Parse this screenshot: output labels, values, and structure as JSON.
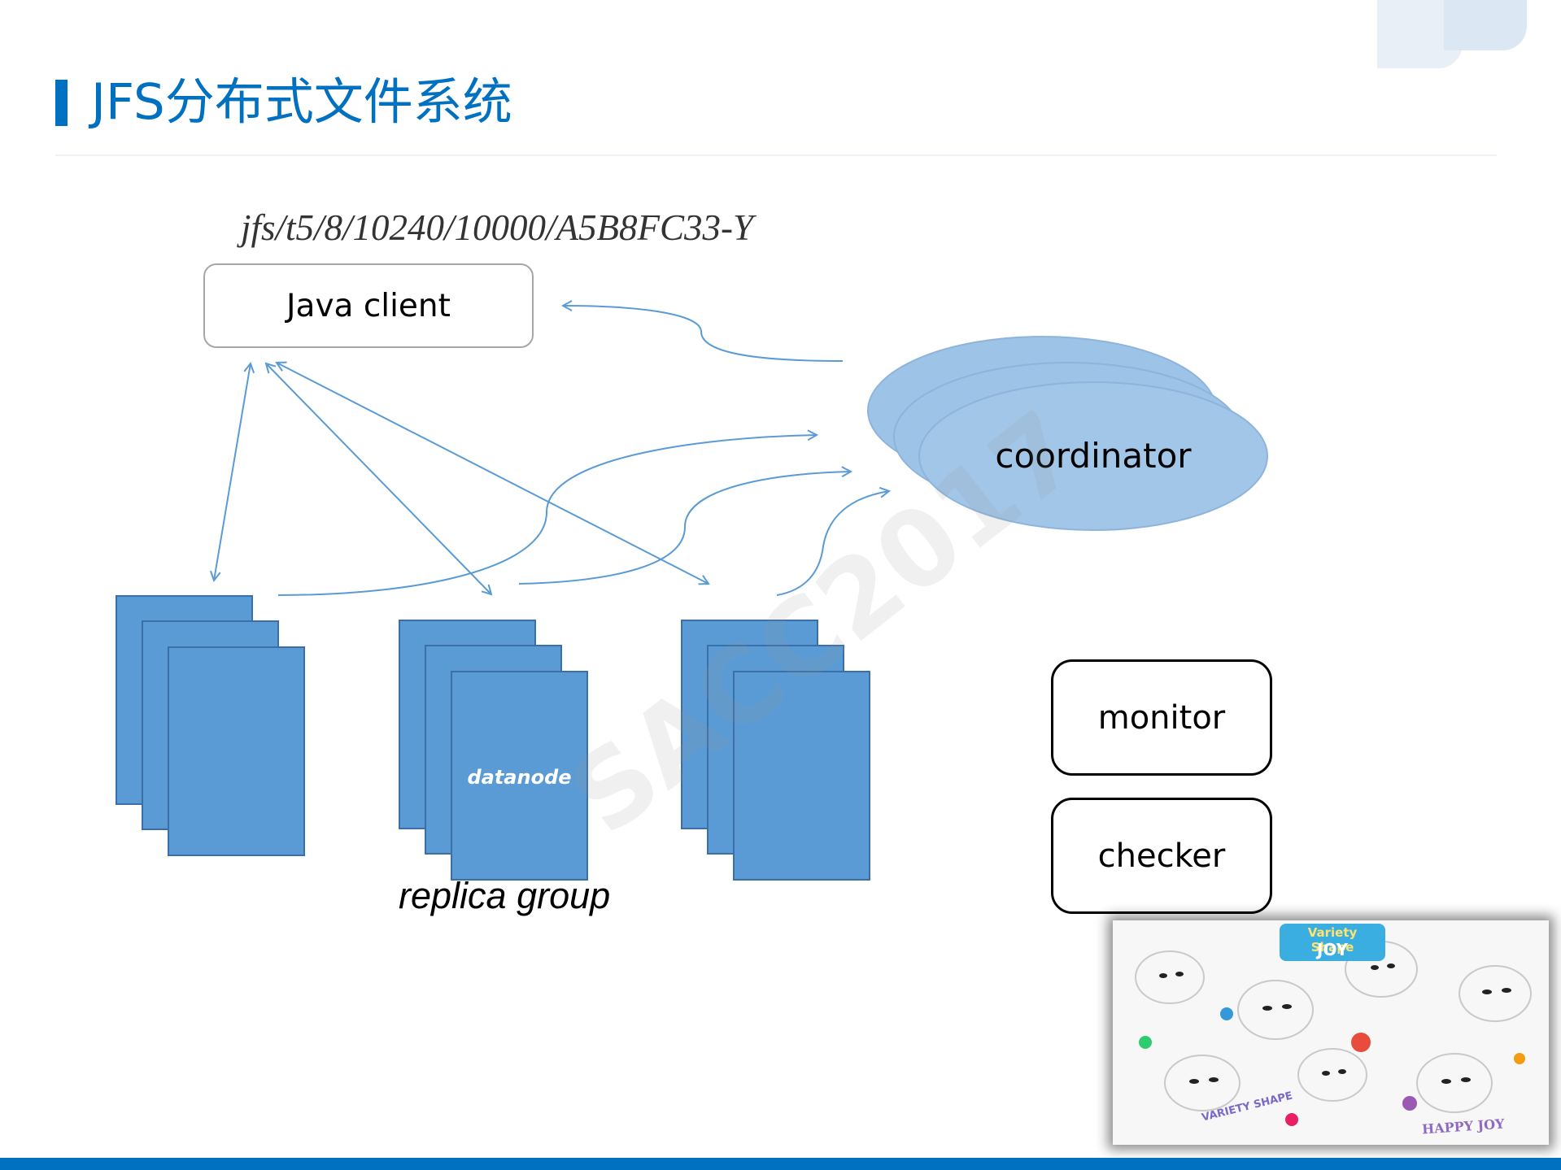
{
  "slide": {
    "title": "JFS分布式文件系统",
    "accent_color": "#0070c0",
    "deco_color": "#dbe7f3"
  },
  "diagram": {
    "path_text": "jfs/t5/8/10240/10000/A5B8FC33-Y",
    "java_client": "Java client",
    "coordinator": "coordinator",
    "datanode": "datanode",
    "replica_group": "replica group",
    "monitor": "monitor",
    "checker": "checker",
    "node_color": "#5b9bd5",
    "coordinator_color": "#9dc3e6",
    "line_color": "#5b9bd5"
  },
  "watermark": {
    "text": "SACC2017"
  },
  "photo": {
    "icon": "cartoon-collage-image",
    "texts": [
      "Variety Shape",
      "JOY",
      "VARIETY SHAPE",
      "HAPPY JOY"
    ]
  }
}
